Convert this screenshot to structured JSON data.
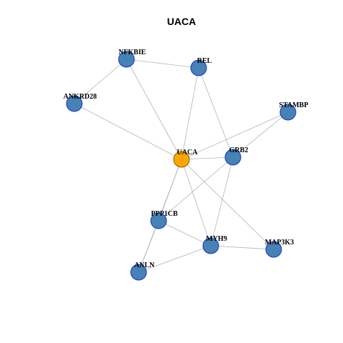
{
  "title": "UACA",
  "colors": {
    "background": "#ffffff",
    "edge": "#b3b3b3",
    "node_fill": "#4682b4",
    "node_stroke": "#1a33cc",
    "center_fill": "#ffa500",
    "center_stroke": "#8b5a00",
    "label": "#000000",
    "title": "#000000"
  },
  "nodes": [
    {
      "id": "UACA",
      "label": "UACA",
      "center": true
    },
    {
      "id": "NFKBIE",
      "label": "NFKBIE",
      "center": false
    },
    {
      "id": "REL",
      "label": "REL",
      "center": false
    },
    {
      "id": "ANKRD28",
      "label": "ANKRD28",
      "center": false
    },
    {
      "id": "STAMBP",
      "label": "STAMBP",
      "center": false
    },
    {
      "id": "GRB2",
      "label": "GRB2",
      "center": false
    },
    {
      "id": "PPP1CB",
      "label": "PPP1CB",
      "center": false
    },
    {
      "id": "MYH9",
      "label": "MYH9",
      "center": false
    },
    {
      "id": "MAP3K3",
      "label": "MAP3K3",
      "center": false
    },
    {
      "id": "ANLN",
      "label": "ANLN",
      "center": false
    }
  ],
  "edges": [
    [
      "NFKBIE",
      "REL"
    ],
    [
      "NFKBIE",
      "ANKRD28"
    ],
    [
      "NFKBIE",
      "UACA"
    ],
    [
      "REL",
      "UACA"
    ],
    [
      "REL",
      "GRB2"
    ],
    [
      "ANKRD28",
      "UACA"
    ],
    [
      "STAMBP",
      "UACA"
    ],
    [
      "STAMBP",
      "GRB2"
    ],
    [
      "UACA",
      "GRB2"
    ],
    [
      "UACA",
      "PPP1CB"
    ],
    [
      "UACA",
      "MYH9"
    ],
    [
      "UACA",
      "MAP3K3"
    ],
    [
      "UACA",
      "ANLN"
    ],
    [
      "GRB2",
      "PPP1CB"
    ],
    [
      "GRB2",
      "MYH9"
    ],
    [
      "PPP1CB",
      "MYH9"
    ],
    [
      "PPP1CB",
      "ANLN"
    ],
    [
      "MYH9",
      "ANLN"
    ],
    [
      "MYH9",
      "MAP3K3"
    ]
  ]
}
